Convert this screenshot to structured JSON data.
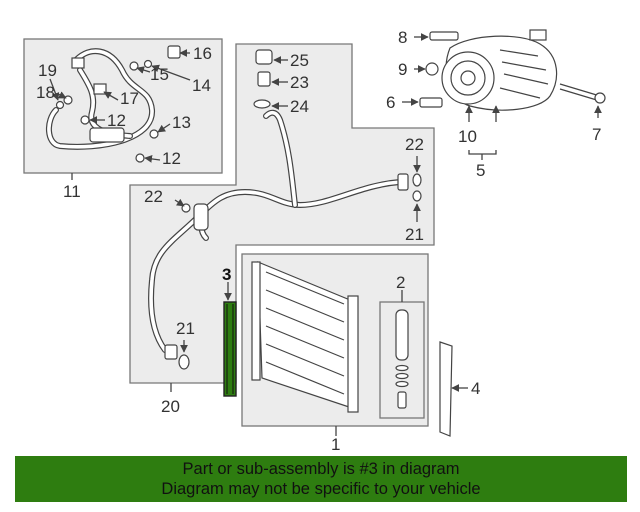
{
  "callouts": {
    "c1": "1",
    "c2": "2",
    "c3": "3",
    "c4": "4",
    "c5": "5",
    "c6": "6",
    "c7": "7",
    "c8": "8",
    "c9": "9",
    "c10": "10",
    "c11": "11",
    "c12a": "12",
    "c12b": "12",
    "c13": "13",
    "c14": "14",
    "c15": "15",
    "c16": "16",
    "c17": "17",
    "c18": "18",
    "c19": "19",
    "c20": "20",
    "c21a": "21",
    "c21b": "21",
    "c22a": "22",
    "c22b": "22",
    "c23": "23",
    "c24": "24",
    "c25": "25"
  },
  "highlight": {
    "part_number": "3",
    "color": "#2e7d10"
  },
  "banner": {
    "line1": "Part or sub-assembly is #3 in diagram",
    "line2": "Diagram may not be specific to your vehicle",
    "color": "#2e7d10"
  }
}
